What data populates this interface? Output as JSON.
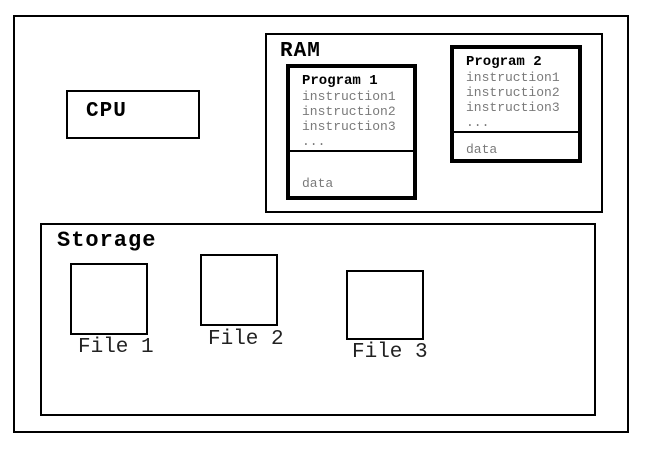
{
  "diagram": {
    "cpu": {
      "label": "CPU"
    },
    "ram": {
      "label": "RAM",
      "programs": [
        {
          "title": "Program 1",
          "instructions": [
            "instruction1",
            "instruction2",
            "instruction3",
            "..."
          ],
          "data_label": "data"
        },
        {
          "title": "Program 2",
          "instructions": [
            "instruction1",
            "instruction2",
            "instruction3",
            "..."
          ],
          "data_label": "data"
        }
      ]
    },
    "storage": {
      "label": "Storage",
      "files": [
        {
          "label": "File 1"
        },
        {
          "label": "File 2"
        },
        {
          "label": "File 3"
        }
      ]
    },
    "colors": {
      "border": "#000000",
      "secondary_text": "#7a7a7a",
      "background": "#ffffff"
    }
  }
}
